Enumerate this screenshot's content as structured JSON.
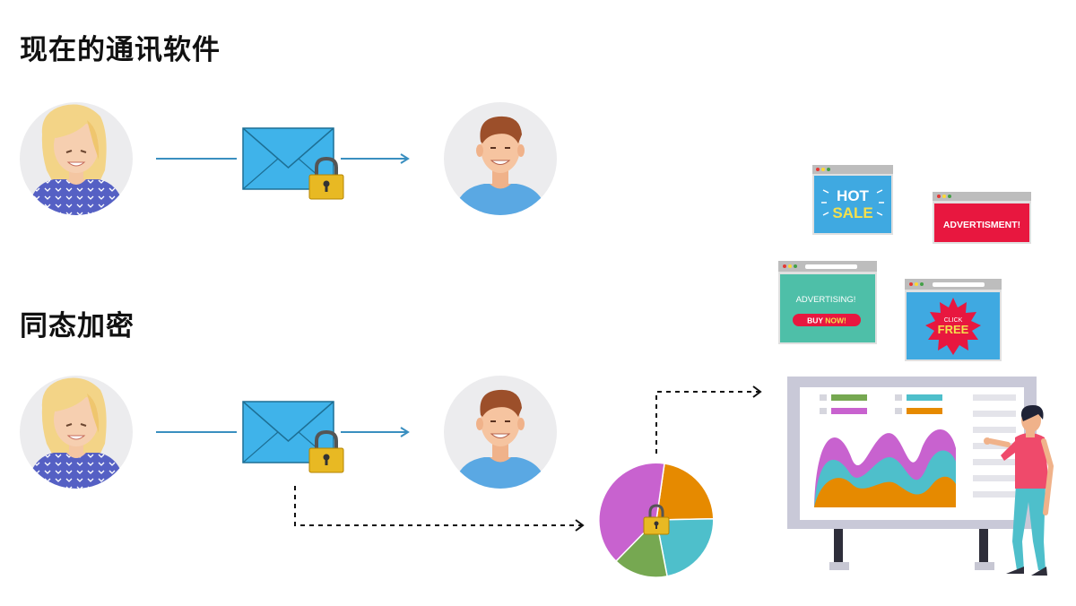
{
  "headings": {
    "current_messaging": "现在的通讯软件",
    "homomorphic_encryption": "同态加密"
  },
  "ads": {
    "hot_sale": {
      "line1": "HOT",
      "line2": "SALE"
    },
    "advertisment": {
      "text": "ADVERTISMENT!"
    },
    "advertising": {
      "text": "ADVERTISING!",
      "button_prefix": "BUY ",
      "button_highlight": "NOW!"
    },
    "click_free": {
      "small": "CLICK",
      "big": "FREE"
    }
  },
  "colors": {
    "envelope": "#3fb3ea",
    "lock": "#e8b923",
    "arrow": "#3a8fc0",
    "avatar_bg": "#ececee",
    "pie_purple": "#c862cf",
    "pie_orange": "#e68a00",
    "pie_teal": "#4ebfcb",
    "pie_green": "#76a851"
  },
  "icons": [
    "woman-avatar-icon",
    "man-avatar-icon",
    "envelope-icon",
    "padlock-icon",
    "pie-chart-icon",
    "browser-window-icon",
    "presenter-icon",
    "dashboard-board-icon"
  ]
}
